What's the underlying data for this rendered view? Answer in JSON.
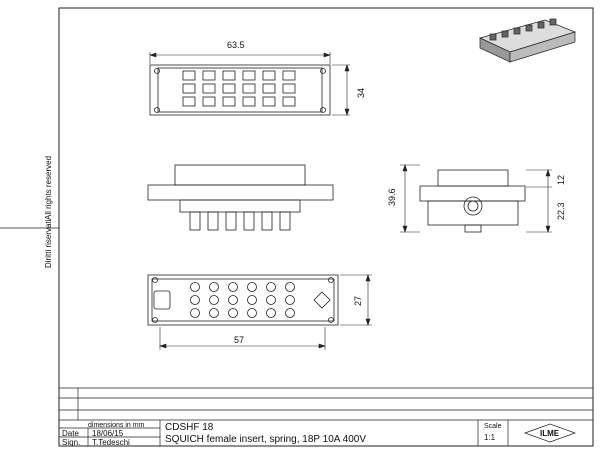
{
  "side_text": {
    "rights_a": "Diritti riservati",
    "rights_b": "All rights reserved"
  },
  "dimensions": {
    "top_width": "63.5",
    "top_height": "34",
    "side_height": "39.6",
    "side_small": "12",
    "side_lower": "22.3",
    "bottom_height": "27",
    "bottom_width": "57"
  },
  "title_block": {
    "units": "dimensions in mm",
    "date_label": "Date",
    "date_value": "18/06/15",
    "sign_label": "Sign.",
    "sign_value": "T.Tedeschi",
    "code": "CDSHF 18",
    "description": "SQUICH female insert, spring, 18P 10A 400V",
    "scale_label": "Scale",
    "scale_value": "1:1",
    "logo_text": "ILME"
  }
}
